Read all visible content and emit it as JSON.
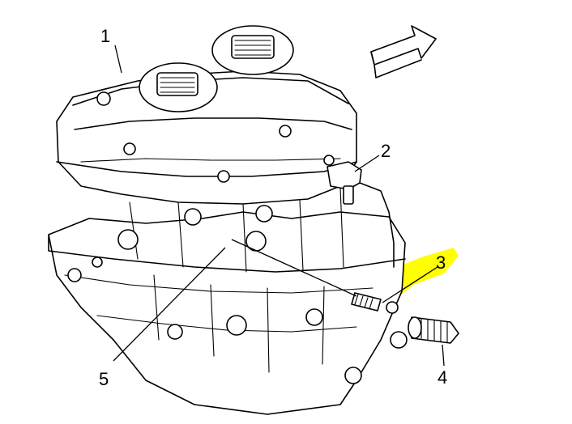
{
  "diagram": {
    "callouts": [
      {
        "id": "1",
        "label": "1"
      },
      {
        "id": "2",
        "label": "2"
      },
      {
        "id": "3",
        "label": "3"
      },
      {
        "id": "4",
        "label": "4"
      },
      {
        "id": "5",
        "label": "5"
      }
    ],
    "highlight_color": "#ffff00",
    "line_color": "#000000",
    "background_color": "#ffffff",
    "direction_arrow_icon": "forward-arrow-icon"
  }
}
